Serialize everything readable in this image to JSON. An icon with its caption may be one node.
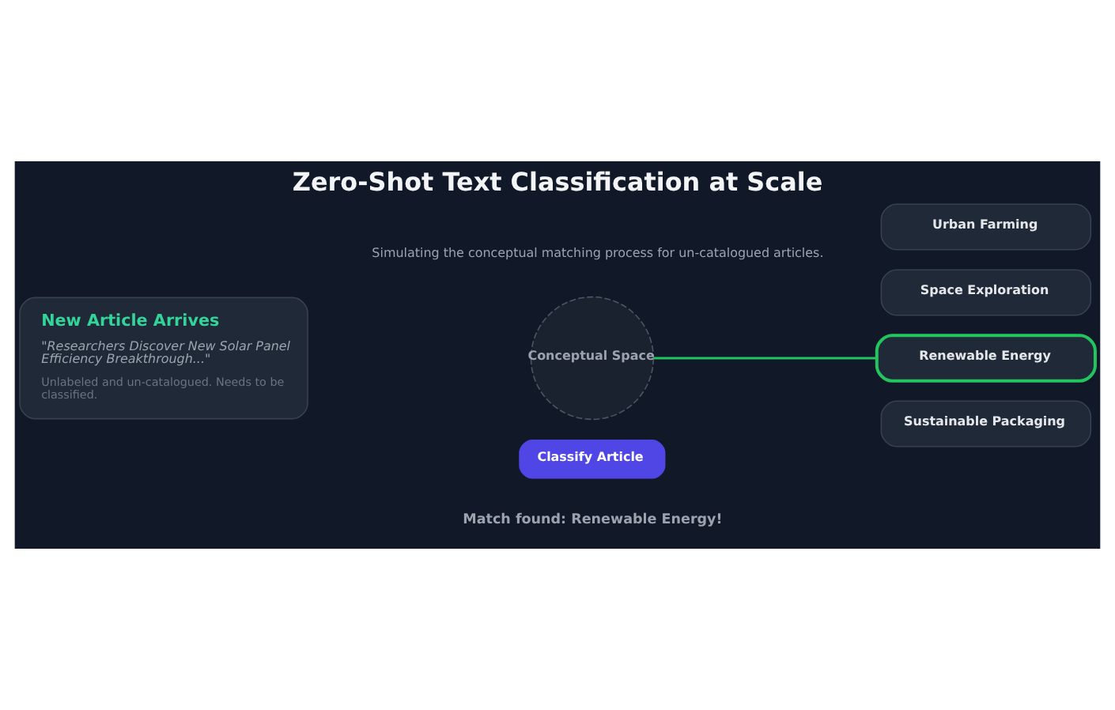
{
  "diagram": {
    "title": "Zero-Shot Text Classification at Scale",
    "nodes": [
      {
        "text": [
          "New Article Arrives",
          "\"Researchers Discover New Solar Panel Efficiency Breakthrough...\"",
          "Unlabeled and un-catalogued. Needs to be classified."
        ]
      },
      {
        "text": [
          "Conceptual Space"
        ]
      },
      {
        "text": [
          "Urban Farming"
        ]
      },
      {
        "text": [
          "Space Exploration"
        ]
      },
      {
        "text": [
          "Renewable Energy"
        ]
      },
      {
        "text": [
          "Sustainable Packaging"
        ]
      },
      {
        "text": [
          "Classify Article"
        ]
      }
    ],
    "edges": [
      {
        "from": 1,
        "to": 4,
        "arrow": "none"
      }
    ],
    "labels": [
      "Simulating the conceptual matching process for un-catalogued articles.",
      "Match found: Renewable Energy!"
    ]
  }
}
